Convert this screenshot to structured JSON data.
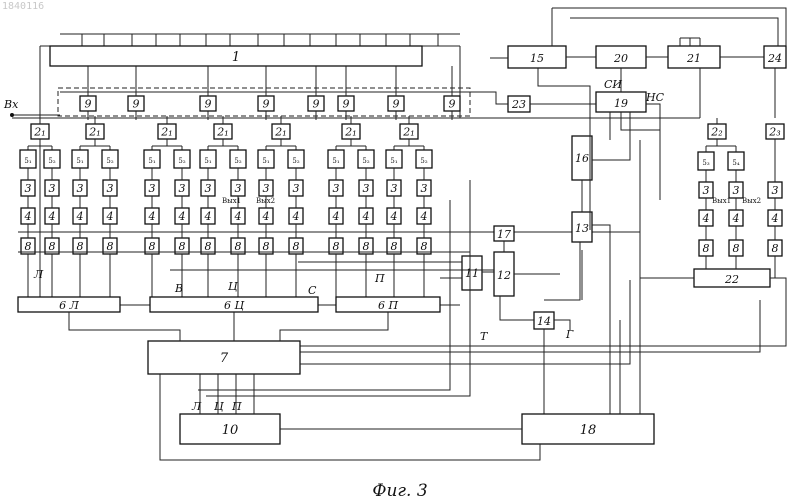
{
  "document_number": "1840116",
  "figure_caption": "Фиг. 3",
  "input_label": "Вх",
  "blocks": {
    "b1": "1",
    "b6L": "6 Л",
    "b6C": "6 Ц",
    "b6P": "6 П",
    "b7": "7",
    "b10": "10",
    "b11": "11",
    "b12": "12",
    "b13": "13",
    "b14": "14",
    "b15": "15",
    "b16": "16",
    "b17": "17",
    "b18": "18",
    "b19": "19",
    "b20": "20",
    "b21": "21",
    "b22": "22",
    "b23": "23",
    "b24": "24"
  },
  "channel_labels": {
    "n2": "2₁",
    "n2b": "2₂",
    "n2c": "2₃",
    "n3": "3",
    "n4": "4",
    "n8": "8",
    "n9": "9",
    "n5a": "5₁",
    "n5b": "5₂",
    "n5c": "5₃",
    "n5d": "5₄"
  },
  "signal_labels": {
    "L": "Л",
    "C": "Ц",
    "P": "П",
    "V": "В",
    "S": "С",
    "T": "Т",
    "G": "Г",
    "SI": "СИ",
    "NS": "НС",
    "out1": "Вых1",
    "out2": "Вых2"
  }
}
